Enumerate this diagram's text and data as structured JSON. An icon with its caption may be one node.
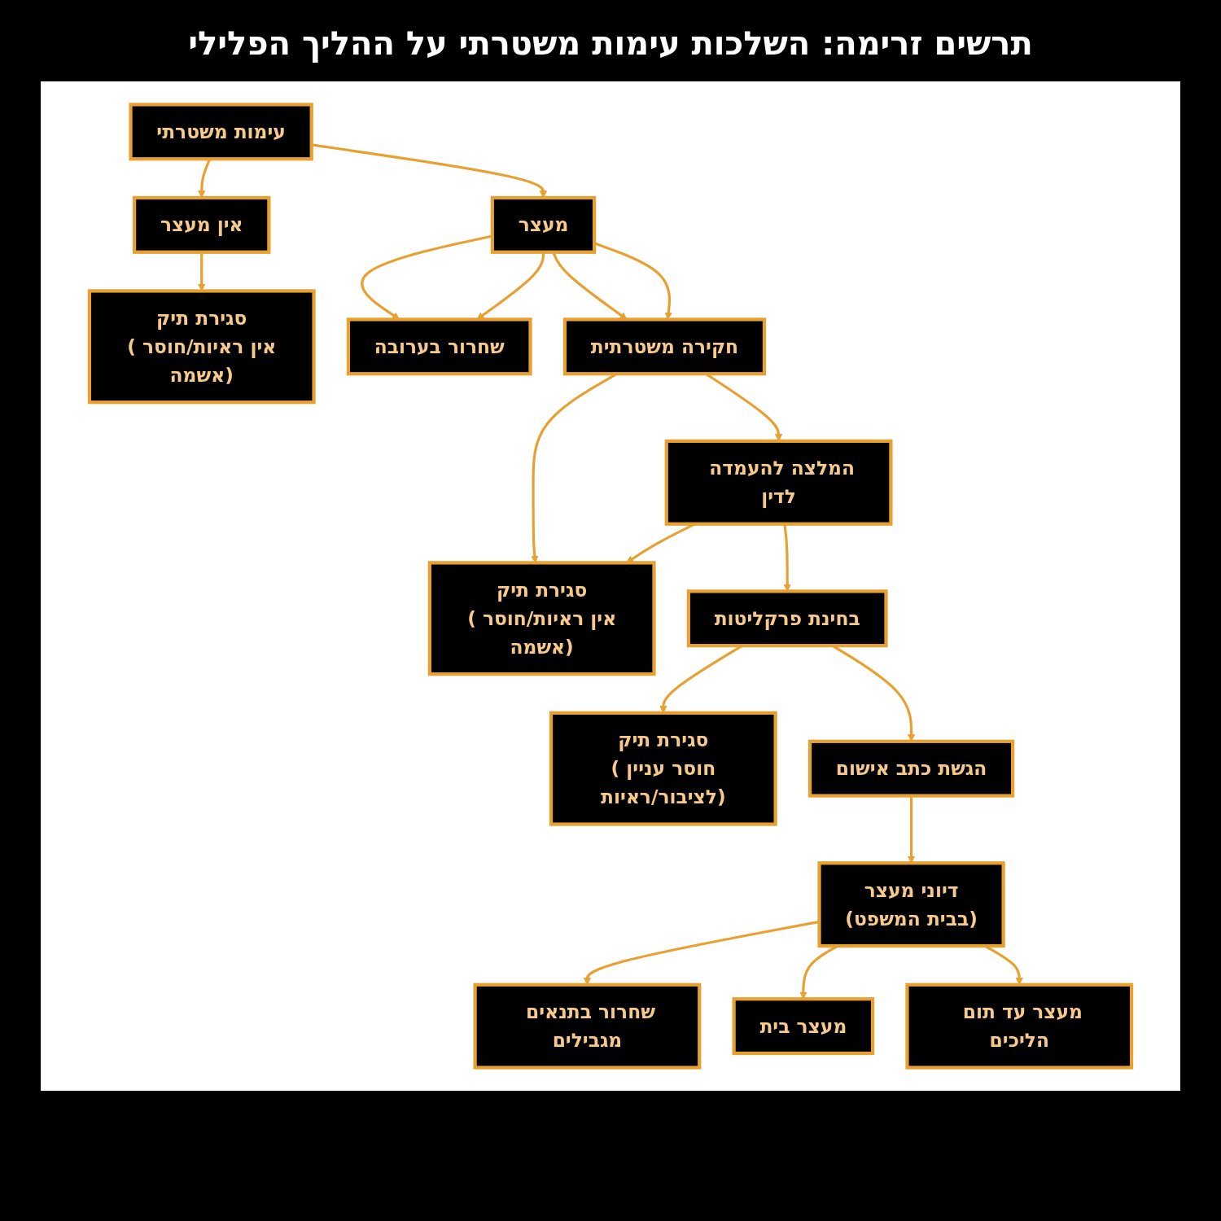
{
  "diagram": {
    "title": "תרשים זרימה: השלכות עימות משטרתי על ההליך הפלילי",
    "nodes": [
      {
        "text": [
          "עימות משטרתי"
        ]
      },
      {
        "text": [
          "אין מעצר"
        ]
      },
      {
        "text": [
          "מעצר"
        ]
      },
      {
        "text": [
          "סגירת תיק",
          "(אין ראיות/חוסר אשמה)"
        ]
      },
      {
        "text": [
          "שחרור בערובה"
        ]
      },
      {
        "text": [
          "חקירה משטרתית"
        ]
      },
      {
        "text": [
          "סגירת תיק",
          "(אין ראיות/חוסר אשמה)"
        ]
      },
      {
        "text": [
          "המלצה להעמדה לדין"
        ]
      },
      {
        "text": [
          "בחינת פרקליטות"
        ]
      },
      {
        "text": [
          "סגירת תיק",
          "(חוסר עניין לציבור/ראיות)"
        ]
      },
      {
        "text": [
          "הגשת כתב אישום"
        ]
      },
      {
        "text": [
          "דיוני מעצר",
          "(בבית המשפט)"
        ]
      },
      {
        "text": [
          "שחרור בתנאים מגבילים"
        ]
      },
      {
        "text": [
          "מעצר בית"
        ]
      },
      {
        "text": [
          "מעצר עד תום הליכים"
        ]
      }
    ],
    "edges": [
      {
        "from": 0,
        "to": 1,
        "arrow": "to"
      },
      {
        "from": 0,
        "to": 2,
        "arrow": "to"
      },
      {
        "from": 1,
        "to": 3,
        "arrow": "to"
      },
      {
        "from": 2,
        "to": 4,
        "arrow": "to"
      },
      {
        "from": 2,
        "to": 4,
        "arrow": "to"
      },
      {
        "from": 2,
        "to": 5,
        "arrow": "to"
      },
      {
        "from": 2,
        "to": 5,
        "arrow": "to"
      },
      {
        "from": 5,
        "to": 6,
        "arrow": "to"
      },
      {
        "from": 5,
        "to": 7,
        "arrow": "to"
      },
      {
        "from": 7,
        "to": 6,
        "arrow": "to"
      },
      {
        "from": 7,
        "to": 8,
        "arrow": "to"
      },
      {
        "from": 8,
        "to": 9,
        "arrow": "to"
      },
      {
        "from": 8,
        "to": 10,
        "arrow": "to"
      },
      {
        "from": 10,
        "to": 11,
        "arrow": "to"
      },
      {
        "from": 11,
        "to": 12,
        "arrow": "to"
      },
      {
        "from": 11,
        "to": 13,
        "arrow": "to"
      },
      {
        "from": 11,
        "to": 14,
        "arrow": "to"
      }
    ]
  }
}
